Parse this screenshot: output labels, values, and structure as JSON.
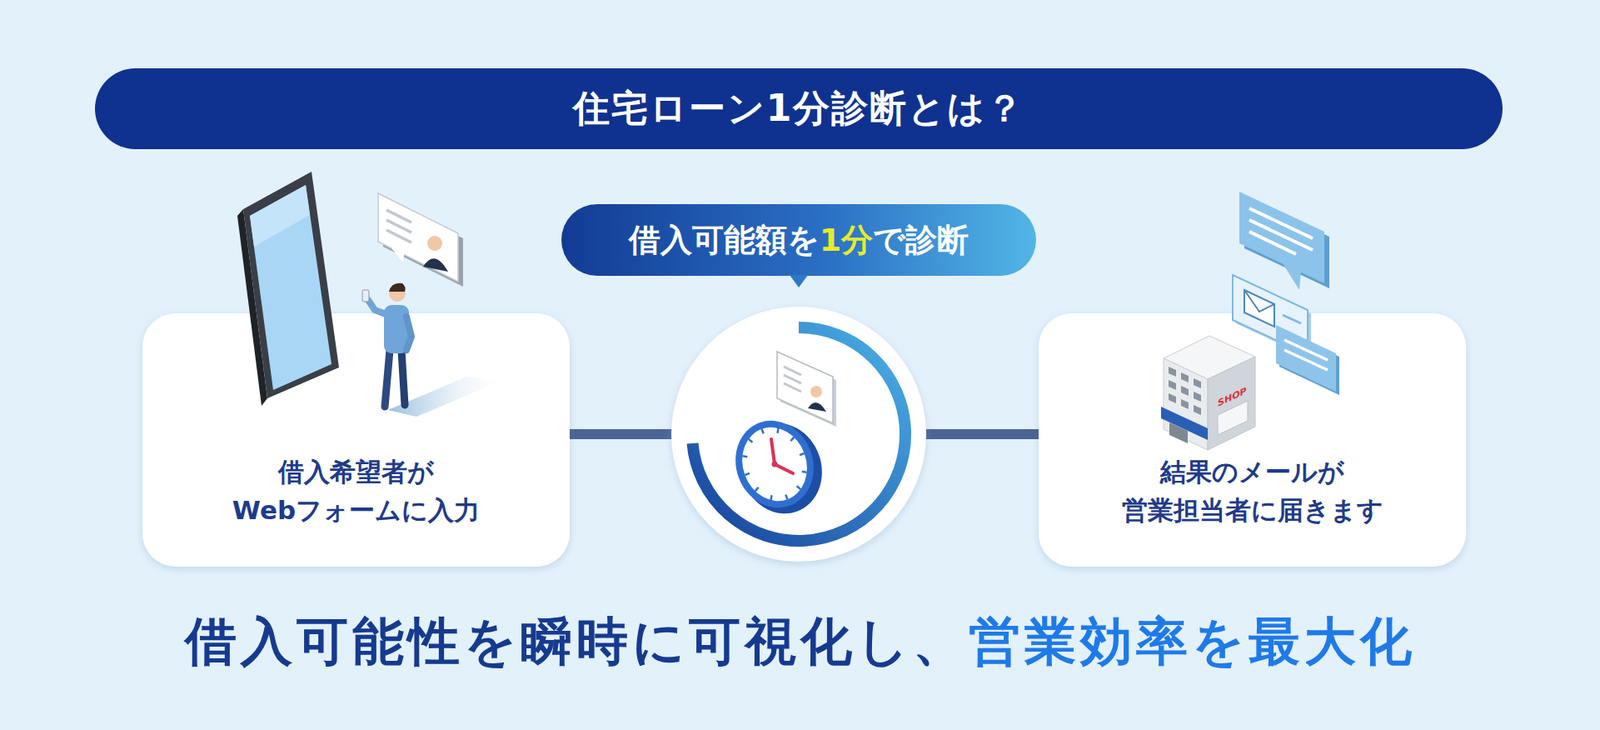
{
  "diagram": {
    "title": "住宅ローン1分診断とは？",
    "nodes": [
      {
        "text": [
          "借入希望者が Webフォームに入力"
        ]
      },
      {
        "text": [
          "借入可能額を",
          "1分",
          "で診断"
        ]
      },
      {
        "text": [
          "結果のメールが 営業担当者に届きます"
        ]
      }
    ],
    "edges": [
      {
        "from": 0,
        "to": 2,
        "arrow": "none"
      }
    ],
    "labels": [
      "SHOP",
      "借入可能性を瞬時に可視化し、",
      "営業効率を最大化"
    ]
  }
}
